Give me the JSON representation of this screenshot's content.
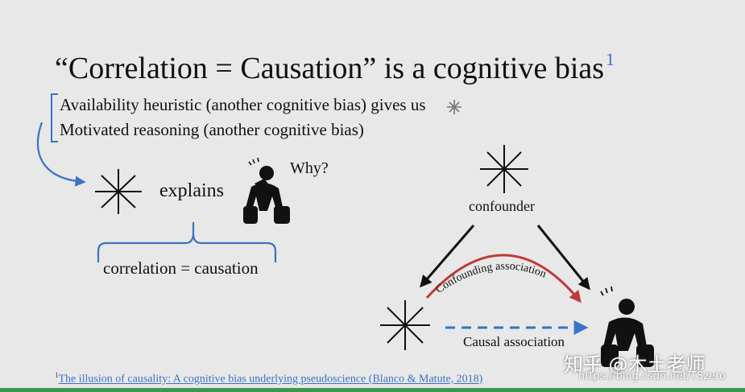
{
  "title": {
    "text": "“Correlation = Causation” is a cognitive bias",
    "footnote_mark": "1"
  },
  "bullets": [
    {
      "text": "Availability heuristic (another cognitive bias) gives us"
    },
    {
      "text": "Motivated reasoning (another cognitive bias)"
    }
  ],
  "diagram_left": {
    "explains": "explains",
    "why": "Why?",
    "brace_label": "correlation = causation"
  },
  "diagram_right": {
    "confounder": "confounder",
    "confounding_association": "Confounding association",
    "causal_association": "Causal association"
  },
  "footnote": {
    "mark": "1",
    "text": "The illusion of causality: A cognitive bias underlying pseudoscience (Blanco & Matute, 2018)"
  },
  "watermark": {
    "text": "知乎 @木土老师",
    "url": "https://blog.csdn.net/TSzero"
  },
  "colors": {
    "accent_blue": "#3a72c8",
    "arrow_red": "#c0393b",
    "bottom_bar_green": "#3a9a4a"
  }
}
